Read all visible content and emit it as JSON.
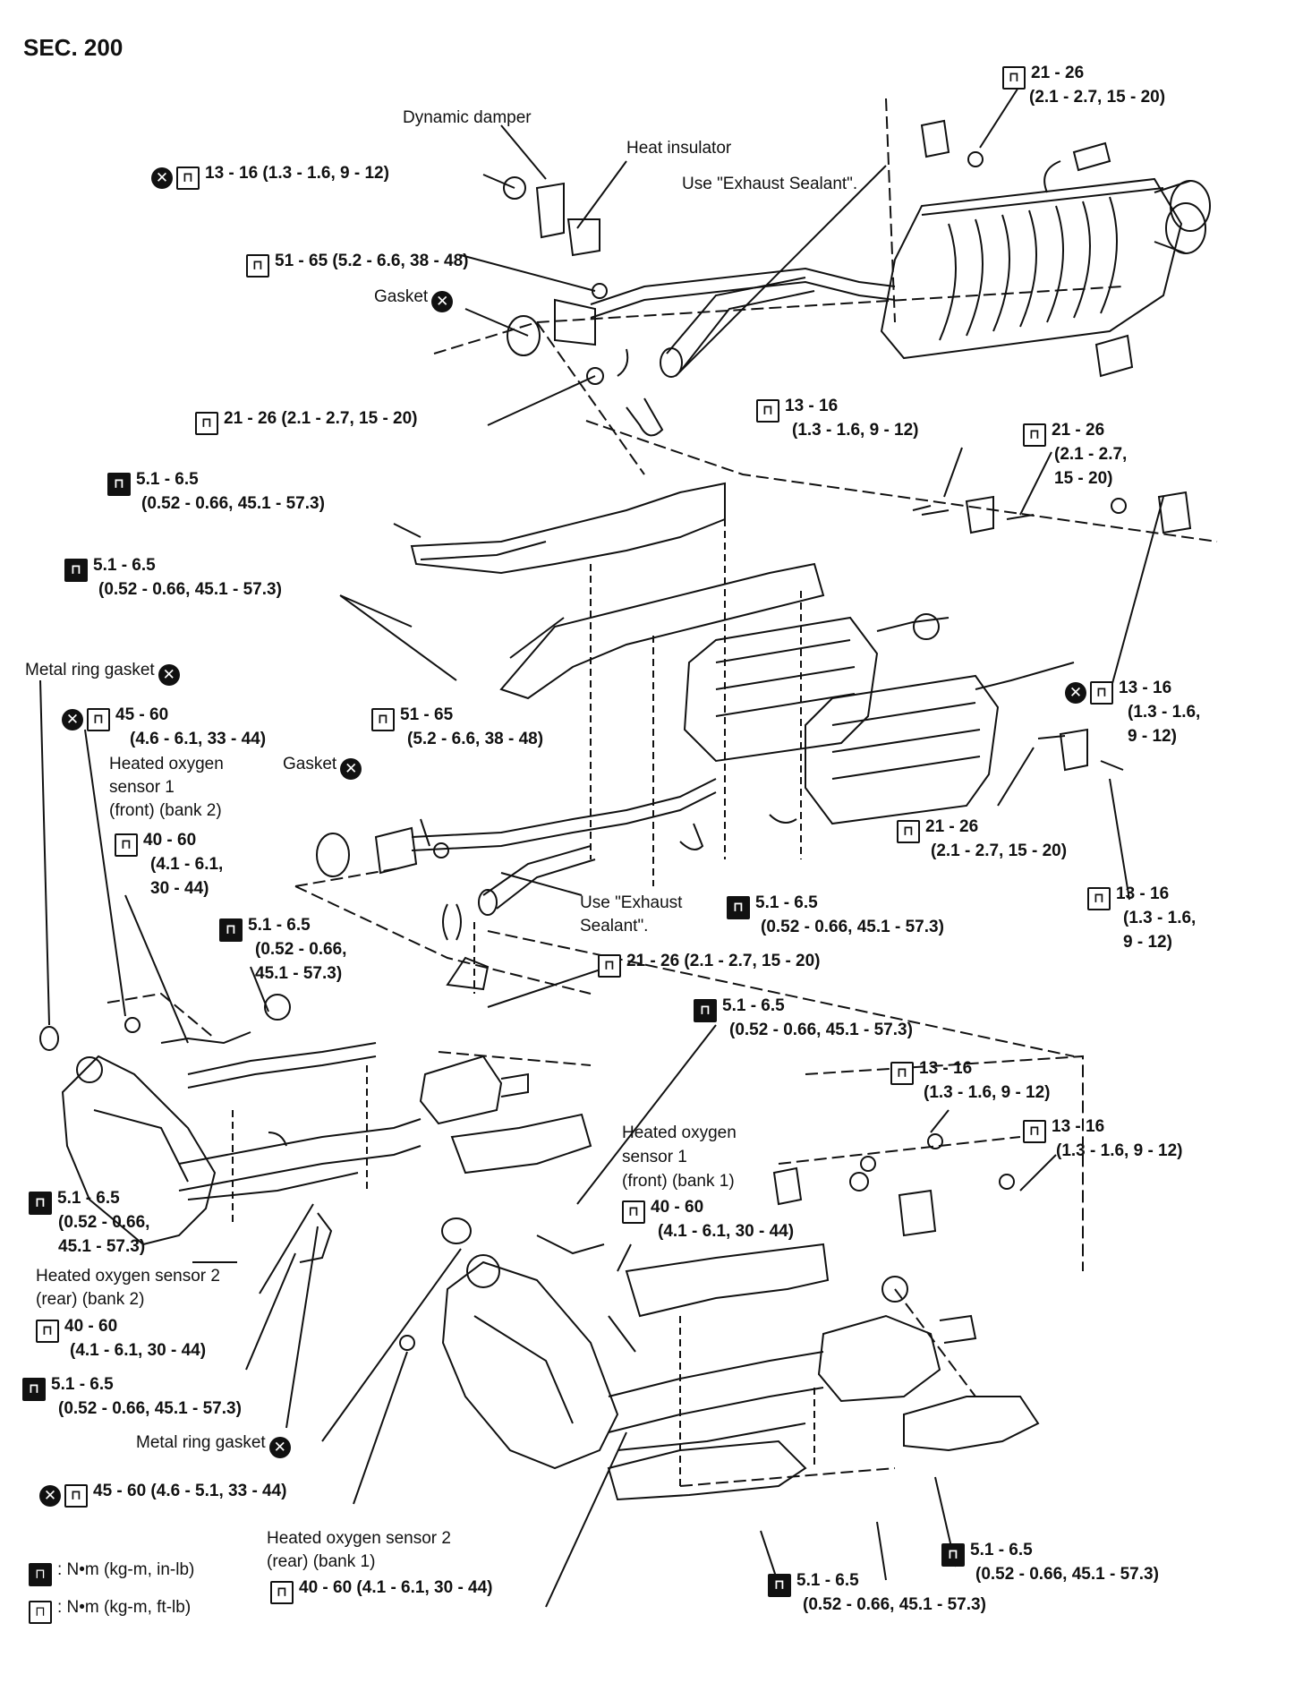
{
  "section": "SEC. 200",
  "icons": {
    "torque_in_lb": "wrench-in-lb-icon",
    "torque_ft_lb": "wrench-ft-lb-icon",
    "do_not_reuse": "do-not-reuse-icon"
  },
  "labels": {
    "dynamic_damper": "Dynamic damper",
    "heat_insulator": "Heat insulator",
    "use_exhaust_sealant_top": "Use \"Exhaust Sealant\".",
    "gasket_top": "Gasket",
    "metal_ring_gasket_left": "Metal ring gasket",
    "gasket_mid": "Gasket",
    "hos1_bank2_a": "Heated oxygen",
    "hos1_bank2_b": "sensor 1",
    "hos1_bank2_c": "(front) (bank 2)",
    "use_exhaust_sealant_mid_a": "Use \"Exhaust",
    "use_exhaust_sealant_mid_b": "Sealant\".",
    "hos1_bank1_a": "Heated oxygen",
    "hos1_bank1_b": "sensor 1",
    "hos1_bank1_c": "(front) (bank 1)",
    "hos2_bank2_a": "Heated oxygen sensor 2",
    "hos2_bank2_b": "(rear) (bank 2)",
    "metal_ring_gasket_bottom": "Metal ring gasket",
    "hos2_bank1_a": "Heated oxygen sensor 2",
    "hos2_bank1_b": "(rear) (bank 1)"
  },
  "torques": {
    "t_top_right_1": "21 - 26",
    "t_top_right_2": "(2.1 - 2.7, 15 - 20)",
    "t_damper": "13 - 16 (1.3 - 1.6, 9 - 12)",
    "t_flange_top": "51 - 65 (5.2 - 6.6, 38 - 48)",
    "t_clamp_top": "21 - 26 (2.1 - 2.7, 15 - 20)",
    "t_mid_13_1": "13 - 16",
    "t_mid_13_2": "(1.3 - 1.6, 9 - 12)",
    "t_mid_21_1": "21 - 26",
    "t_mid_21_2": "(2.1 - 2.7,",
    "t_mid_21_3": "15 - 20)",
    "t_ins1_1": "5.1 - 6.5",
    "t_ins1_2": "(0.52 - 0.66, 45.1 - 57.3)",
    "t_ins2_1": "5.1 - 6.5",
    "t_ins2_2": "(0.52 - 0.66, 45.1 - 57.3)",
    "t_right_13_1": "13 - 16",
    "t_right_13_2": "(1.3 - 1.6,",
    "t_right_13_3": "9 - 12)",
    "t_45_1": "45 - 60",
    "t_45_2": "(4.6 - 6.1, 33 - 44)",
    "t_51_1": "51 - 65",
    "t_51_2": "(5.2 - 6.6, 38 - 48)",
    "t_40a_1": "40 - 60",
    "t_40a_2": "(4.1 - 6.1,",
    "t_40a_3": "30 - 44)",
    "t_21b_1": "21 - 26",
    "t_21b_2": "(2.1 - 2.7, 15 - 20)",
    "t_13c_1": "13 - 16",
    "t_13c_2": "(1.3 - 1.6,",
    "t_13c_3": "9 - 12)",
    "t_ins3_1": "5.1 - 6.5",
    "t_ins3_2": "(0.52 - 0.66,",
    "t_ins3_3": "45.1 - 57.3)",
    "t_ins4_1": "5.1 - 6.5",
    "t_ins4_2": "(0.52 - 0.66, 45.1 - 57.3)",
    "t_clamp_mid": "21 - 26 (2.1 - 2.7, 15 - 20)",
    "t_ins5_1": "5.1 - 6.5",
    "t_ins5_2": "(0.52 - 0.66, 45.1 - 57.3)",
    "t_13d_1": "13 - 16",
    "t_13d_2": "(1.3 - 1.6, 9 - 12)",
    "t_13e_1": "13 - 16",
    "t_13e_2": "(1.3 - 1.6, 9 - 12)",
    "t_40b_1": "40 - 60",
    "t_40b_2": "(4.1 - 6.1, 30 - 44)",
    "t_ins6_1": "5.1 - 6.5",
    "t_ins6_2": "(0.52 - 0.66,",
    "t_ins6_3": "45.1 - 57.3)",
    "t_40c_1": "40 - 60",
    "t_40c_2": "(4.1 - 6.1, 30 - 44)",
    "t_ins7_1": "5.1 - 6.5",
    "t_ins7_2": "(0.52 - 0.66, 45.1 - 57.3)",
    "t_45b": "45 - 60 (4.6 - 5.1, 33 - 44)",
    "t_40d": "40 - 60 (4.1 - 6.1, 30 - 44)",
    "t_ins8_1": "5.1 - 6.5",
    "t_ins8_2": "(0.52 - 0.66, 45.1 - 57.3)",
    "t_ins9_1": "5.1 - 6.5",
    "t_ins9_2": "(0.52 - 0.66, 45.1 - 57.3)"
  },
  "legend": {
    "in_lb": ": N•m (kg-m, in-lb)",
    "ft_lb": ": N•m (kg-m, ft-lb)"
  }
}
